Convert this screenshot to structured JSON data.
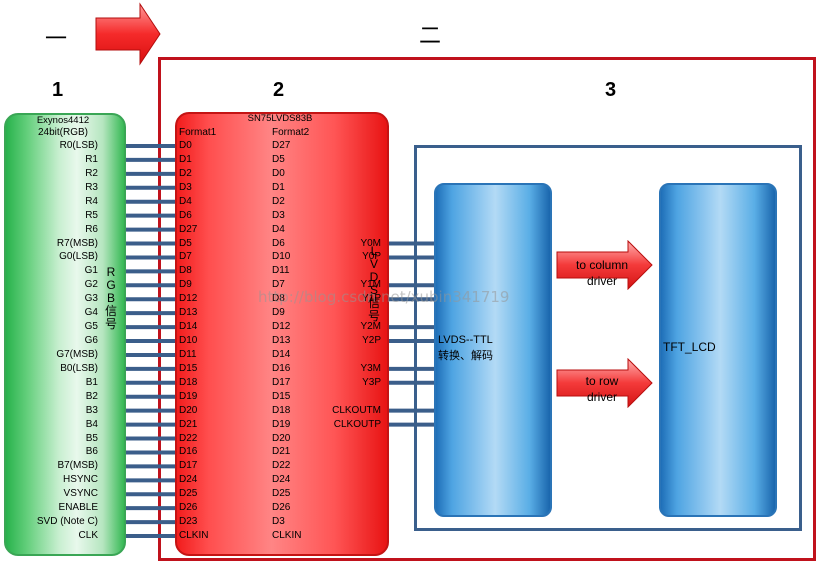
{
  "stages": {
    "one": "一",
    "two": "二"
  },
  "sections": {
    "s1": "1",
    "s2": "2",
    "s3": "3"
  },
  "exynos": {
    "title": "Exynos4412",
    "subtitle": "24bit(RGB)",
    "pins": [
      "R0(LSB)",
      "R1",
      "R2",
      "R3",
      "R4",
      "R5",
      "R6",
      "R7(MSB)",
      "G0(LSB)",
      "G1",
      "G2",
      "G3",
      "G4",
      "G5",
      "G6",
      "G7(MSB)",
      "B0(LSB)",
      "B1",
      "B2",
      "B3",
      "B4",
      "B5",
      "B6",
      "B7(MSB)",
      "HSYNC",
      "VSYNC",
      "ENABLE",
      "SVD (Note C)",
      "CLK"
    ],
    "side_label": [
      "R",
      "G",
      "B",
      "信",
      "号"
    ]
  },
  "sn75": {
    "title": "SN75LVDS83B",
    "format1_header": "Format1",
    "format2_header": "Format2",
    "format1": [
      "D0",
      "D1",
      "D2",
      "D3",
      "D4",
      "D6",
      "D27",
      "D5",
      "D7",
      "D8",
      "D9",
      "D12",
      "D13",
      "D14",
      "D10",
      "D11",
      "D15",
      "D18",
      "D19",
      "D20",
      "D21",
      "D22",
      "D16",
      "D17",
      "D24",
      "D25",
      "D26",
      "D23",
      "CLKIN"
    ],
    "format2": [
      "D27",
      "D5",
      "D0",
      "D1",
      "D2",
      "D3",
      "D4",
      "D6",
      "D10",
      "D11",
      "D7",
      "D8",
      "D9",
      "D12",
      "D13",
      "D14",
      "D16",
      "D17",
      "D15",
      "D18",
      "D19",
      "D20",
      "D21",
      "D22",
      "D24",
      "D25",
      "D26",
      "D3",
      "CLKIN"
    ],
    "outputs": [
      {
        "label": "Y0M",
        "row": 7
      },
      {
        "label": "Y0P",
        "row": 8
      },
      {
        "label": "Y1M",
        "row": 10
      },
      {
        "label": "Y1P",
        "row": 11
      },
      {
        "label": "Y2M",
        "row": 13
      },
      {
        "label": "Y2P",
        "row": 14
      },
      {
        "label": "Y3M",
        "row": 16
      },
      {
        "label": "Y3P",
        "row": 17
      },
      {
        "label": "CLKOUTM",
        "row": 19
      },
      {
        "label": "CLKOUTP",
        "row": 20
      }
    ],
    "side_label": [
      "L",
      "V",
      "D",
      "S",
      "信",
      "号"
    ]
  },
  "decoder": {
    "line1": "LVDS--TTL",
    "line2": "转换、解码"
  },
  "panel": {
    "label": "TFT_LCD"
  },
  "arrows": {
    "column": {
      "line1": "to column",
      "line2": "driver"
    },
    "row": {
      "line1": "to row",
      "line2": "driver"
    }
  },
  "watermark": "http://blog.csdn.net/xubin341719",
  "colors": {
    "rgb_block": "#3aa655",
    "lvds_block": "#e31b1b",
    "ttl_block": "#2a74b7",
    "stage_frame": "#c0121c",
    "panel_frame": "#3a5f8c",
    "wire": "#3b5e8a"
  }
}
